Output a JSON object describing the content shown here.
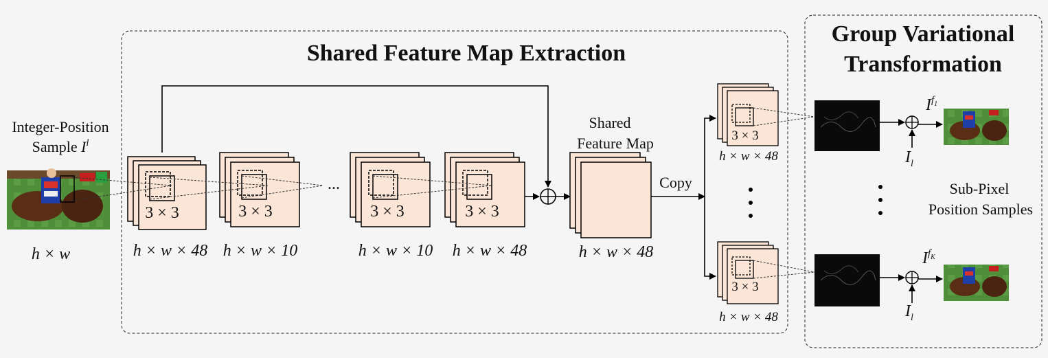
{
  "titles": {
    "shared": "Shared Feature Map Extraction",
    "group_line1": "Group Variational",
    "group_line2": "Transformation"
  },
  "input": {
    "label_line1": "Integer-Position",
    "label_line2": "Sample",
    "symbol": "I",
    "superscript": "l",
    "dims": "h × w"
  },
  "kernel": "3 × 3",
  "dims": {
    "l1": "h × w × 48",
    "l2": "h × w × 10",
    "l3": "h × w × 10",
    "l4": "h × w × 48",
    "shared": "h × w × 48",
    "copy_top": "h × w × 48",
    "copy_bottom": "h × w × 48"
  },
  "ellipsis": "...",
  "shared_map": {
    "line1": "Shared",
    "line2": "Feature Map"
  },
  "copy_label": "Copy",
  "outputs": {
    "top_symbol": "I",
    "top_sup": "f",
    "top_sub": "1",
    "bottom_symbol": "I",
    "bottom_sup": "f",
    "bottom_sub": "K",
    "il_symbol": "I",
    "il_sub": "l"
  },
  "subpixel": {
    "line1": "Sub-Pixel",
    "line2": "Position Samples"
  },
  "colors": {
    "stack_fill": "#fbe5d6",
    "background": "#f5f5f5",
    "stroke": "#000000"
  }
}
